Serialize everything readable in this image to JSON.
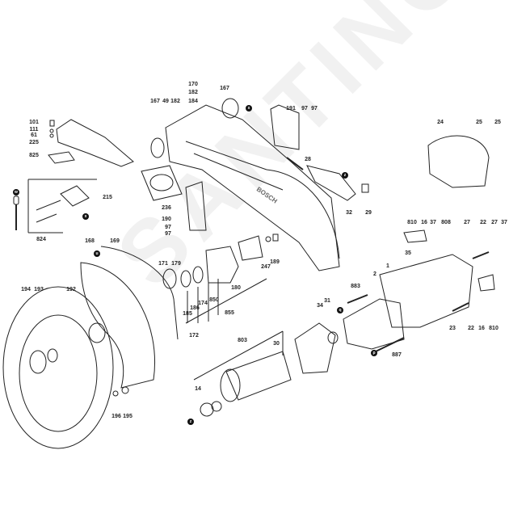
{
  "watermark": "SANTINO",
  "labels": [
    "101",
    "111",
    "61",
    "225",
    "825",
    "170",
    "182",
    "184",
    "167",
    "167",
    "49",
    "182",
    "191",
    "97",
    "97",
    "24",
    "25",
    "25",
    "28",
    "32",
    "29",
    "215",
    "236",
    "190",
    "97",
    "97",
    "824",
    "168",
    "169",
    "810",
    "16",
    "37",
    "808",
    "27",
    "22",
    "27",
    "37",
    "171",
    "179",
    "247",
    "189",
    "35",
    "1",
    "2",
    "883",
    "194",
    "193",
    "192",
    "180",
    "850",
    "174",
    "186",
    "185",
    "855",
    "34",
    "31",
    "23",
    "22",
    "16",
    "810",
    "172",
    "803",
    "30",
    "887",
    "14",
    "196",
    "195"
  ],
  "markers": [
    "x",
    "x",
    "z",
    "w",
    "u",
    "z",
    "q",
    "p"
  ],
  "brand": "BOSCH"
}
